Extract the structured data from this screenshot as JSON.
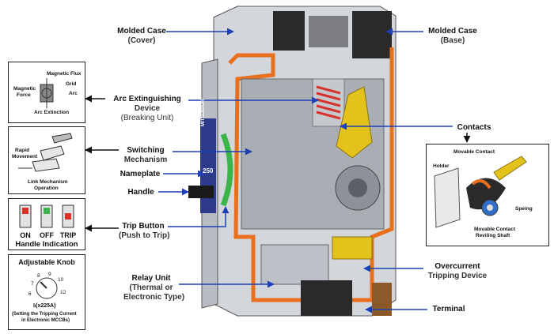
{
  "labels": {
    "molded_case_cover": {
      "line1": "Molded Case",
      "line2": "(Cover)"
    },
    "molded_case_base": {
      "line1": "Molded Case",
      "line2": "(Base)"
    },
    "arc_extinguishing": {
      "line1": "Arc Extinguishing",
      "line2": "Device",
      "line3": "(Breaking Unit)"
    },
    "contacts": "Contacts",
    "switching_mechanism": {
      "line1": "Switching",
      "line2": "Mechanism"
    },
    "nameplate": "Nameplate",
    "handle": "Handle",
    "trip_button": {
      "line1": "Trip Button",
      "line2": "(Push to Trip)"
    },
    "relay_unit": {
      "line1": "Relay Unit",
      "line2": "(Thermal or",
      "line3": "Electronic Type)"
    },
    "overcurrent": {
      "line1": "Overcurrent",
      "line2": "Tripping Device"
    },
    "terminal": "Terminal"
  },
  "arc_box": {
    "magnetic_flux": "Magnetic Flux",
    "grid": "Grid",
    "magnetic_force_1": "Magnetic",
    "magnetic_force_2": "Force",
    "arc": "Arc",
    "arc_extinction": "Arc Extinction"
  },
  "link_box": {
    "rapid_1": "Rapid",
    "rapid_2": "Movement",
    "caption_1": "Link Mechanism",
    "caption_2": "Operation"
  },
  "handle_box": {
    "states": [
      "ON",
      "OFF",
      "TRIP"
    ],
    "title": "Handle Indication"
  },
  "knob_box": {
    "title": "Adjustable Knob",
    "formula": "Iₗ(x225A)",
    "note_1": "(Setting the Tripping Current",
    "note_2": "in Electronic MCCBs)",
    "scale": [
      "6",
      "7",
      "8",
      "9",
      "10",
      "12"
    ]
  },
  "contact_box": {
    "movable_contact": "Movable Contact",
    "holder": "Holder",
    "spring": "Speing",
    "shaft_1": "Movable Contact",
    "shaft_2": "Reviling Shaft"
  },
  "nameplate_text": {
    "brand": "MITSUBISHI",
    "rating": "250"
  },
  "colors": {
    "arrow": "#1d3fb8",
    "case_orange": "#e8701f",
    "case_grey": "#c9ccd1",
    "dark": "#222222",
    "yellow": "#e4c21c",
    "green": "#3bb54a",
    "red": "#d8332a"
  }
}
